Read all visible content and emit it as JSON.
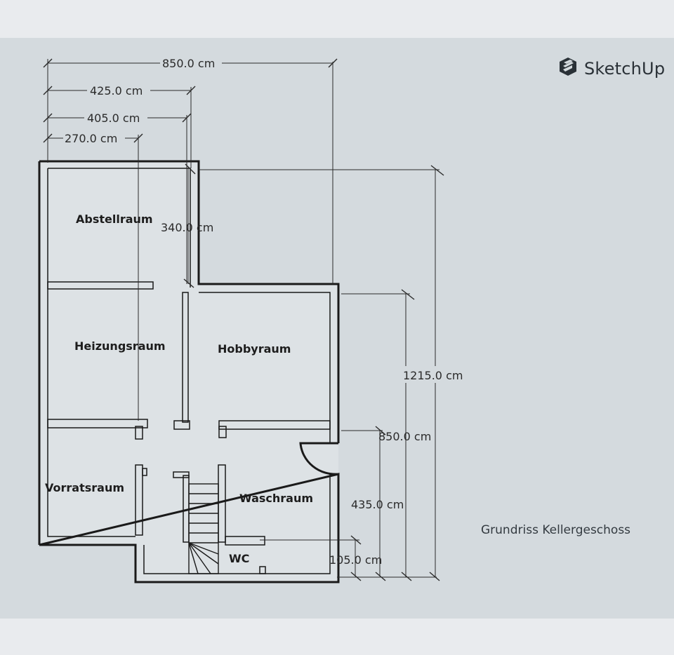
{
  "app": {
    "logo_text": "SketchUp",
    "logo_icon": "sketchup-logo-icon"
  },
  "drawing": {
    "caption": "Grundriss Kellergeschoss",
    "rooms": {
      "abstellraum": "Abstellraum",
      "heizungsraum": "Heizungsraum",
      "hobbyraum": "Hobbyraum",
      "vorratsraum": "Vorratsraum",
      "waschraum": "Waschraum",
      "wc": "WC"
    },
    "dimensions": {
      "top_850": "850.0 cm",
      "top_425": "425.0 cm",
      "top_405": "405.0 cm",
      "top_270": "270.0 cm",
      "inner_340": "340.0 cm",
      "right_1215": "1215.0 cm",
      "right_850": "850.0 cm",
      "right_435": "435.0 cm",
      "right_105": "105.0 cm"
    },
    "colors": {
      "wall": "#1a1a1a",
      "paper": "#d4dade",
      "floor": "#dde2e5"
    }
  }
}
